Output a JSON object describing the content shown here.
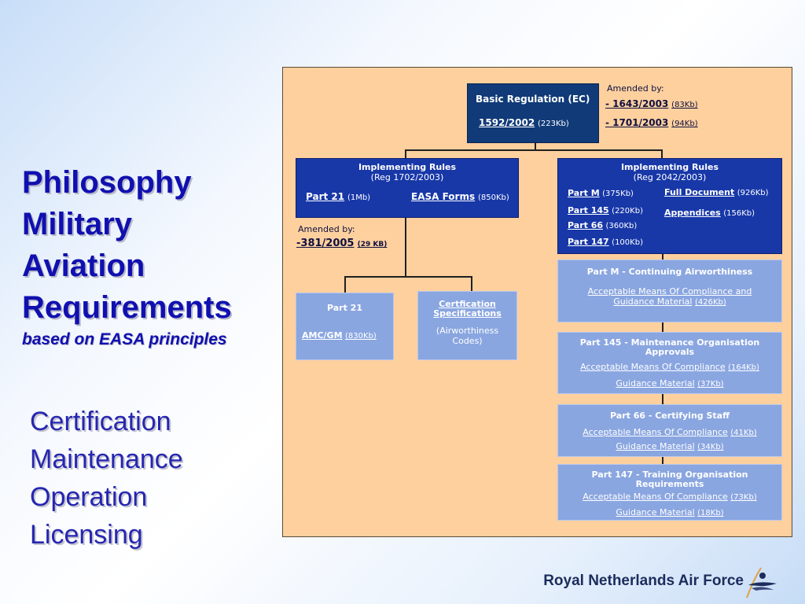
{
  "title": {
    "lines": [
      "Philosophy",
      "Military",
      "Aviation",
      "Requirements"
    ],
    "subtitle": "based on EASA principles"
  },
  "topics": [
    "Certification",
    "Maintenance",
    "Operation",
    "Licensing"
  ],
  "diagram": {
    "basic": {
      "title": "Basic Regulation (EC)",
      "link": "1592/2002",
      "size": "(223Kb)"
    },
    "basic_amended": {
      "label": "Amended by:",
      "items": [
        {
          "link": "- 1643/2003",
          "size": "(83Kb)"
        },
        {
          "link": "- 1701/2003",
          "size": "(94Kb)"
        }
      ]
    },
    "impl_left": {
      "title": "Implementing Rules",
      "subtitle": "(Reg 1702/2003)",
      "links": [
        {
          "link": "Part 21",
          "size": "(1Mb)"
        },
        {
          "link": "EASA Forms",
          "size": "(850Kb)"
        }
      ]
    },
    "left_amended": {
      "label": "Amended by:",
      "link": "-381/2005",
      "size": "(29 KB)"
    },
    "impl_right": {
      "title": "Implementing Rules",
      "subtitle": "(Reg 2042/2003)",
      "links_left": [
        {
          "link": "Part M",
          "size": "(375Kb)"
        },
        {
          "link": "Part 145",
          "size": "(220Kb)"
        },
        {
          "link": "Part 66",
          "size": "(360Kb)"
        },
        {
          "link": "Part 147",
          "size": "(100Kb)"
        }
      ],
      "links_right": [
        {
          "link": "Full Document",
          "size": "(926Kb)"
        },
        {
          "link": "Appendices",
          "size": "(156Kb)"
        }
      ]
    },
    "part21": {
      "title": "Part 21",
      "link": "AMC/GM",
      "size": "(830Kb)"
    },
    "cert_spec": {
      "title_1": "Certfication",
      "title_2": "Specifications",
      "sub_1": "(Airworthiness",
      "sub_2": "Codes)"
    },
    "part_m": {
      "title": "Part M - Continuing Airworthiness",
      "link_1": "Acceptable Means Of Compliance and",
      "link_2": "Guidance Material",
      "size": "(426Kb)"
    },
    "part_145": {
      "title_1": "Part 145 - Maintenance Organisation",
      "title_2": "Approvals",
      "amc": "Acceptable Means Of Compliance",
      "amc_size": "(164Kb)",
      "gm": "Guidance Material",
      "gm_size": "(37Kb)"
    },
    "part_66": {
      "title": "Part 66 - Certifying Staff",
      "amc": "Acceptable Means Of Compliance",
      "amc_size": "(41Kb)",
      "gm": "Guidance Material",
      "gm_size": "(34Kb)"
    },
    "part_147": {
      "title_1": "Part 147 - Training Organisation",
      "title_2": "Requirements",
      "amc": "Acceptable Means Of Compliance",
      "amc_size": "(73Kb)",
      "gm": "Guidance Material",
      "gm_size": "(18Kb)"
    }
  },
  "footer": {
    "org": "Royal Netherlands Air Force"
  },
  "colors": {
    "title": "#1010b0",
    "diagram_bg": "#fdd09e",
    "dark_box": "#103a78",
    "blue_box": "#1838a8",
    "light_box": "#8aa6e0"
  }
}
